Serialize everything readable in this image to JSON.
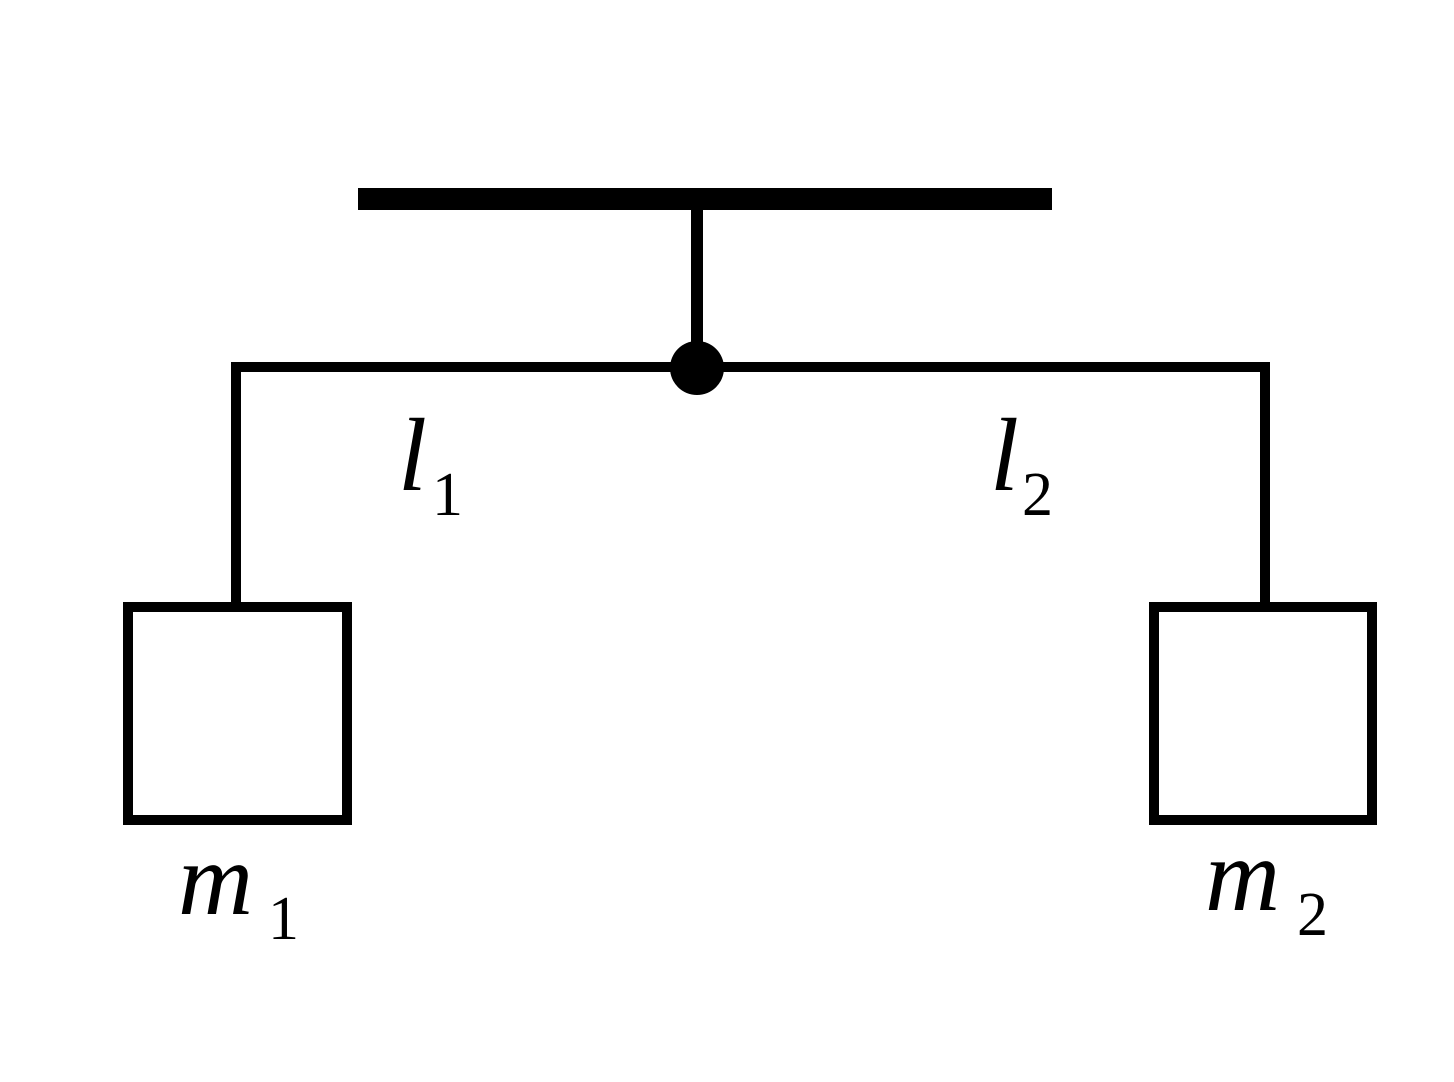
{
  "diagram": {
    "labels": {
      "l1": {
        "symbol": "l",
        "subscript": "1"
      },
      "l2": {
        "symbol": "l",
        "subscript": "2"
      },
      "m1": {
        "symbol": "m",
        "subscript": "1"
      },
      "m2": {
        "symbol": "m",
        "subscript": "2"
      }
    },
    "colors": {
      "stroke": "#000000",
      "background": "#ffffff"
    }
  }
}
